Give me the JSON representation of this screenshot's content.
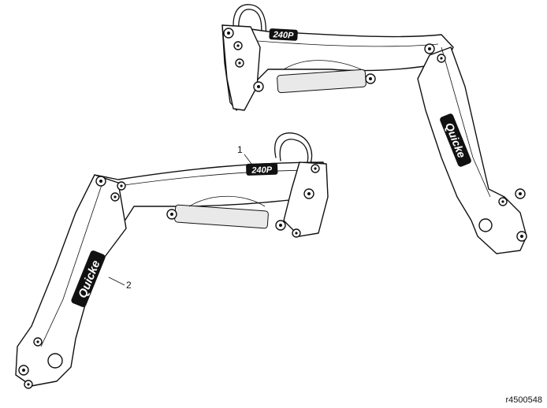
{
  "figure": {
    "reference_code": "r4500548",
    "callouts": [
      {
        "id": "1",
        "label": "1"
      },
      {
        "id": "2",
        "label": "2"
      }
    ],
    "decals": {
      "model": "240P",
      "brand": "Quicke"
    }
  }
}
